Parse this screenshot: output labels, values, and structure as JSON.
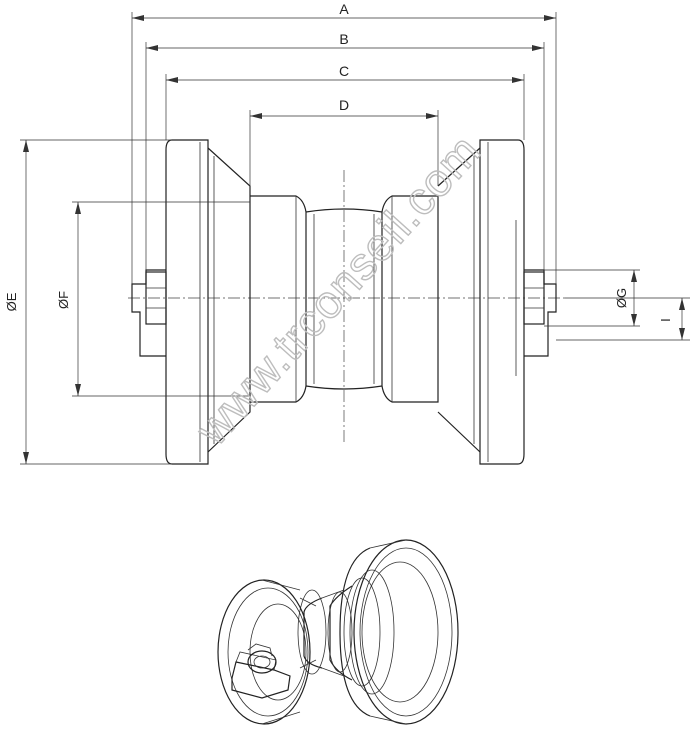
{
  "dimensions": {
    "A": "A",
    "B": "B",
    "C": "C",
    "D": "D",
    "E": "ØE",
    "F": "ØF",
    "G": "ØG",
    "I": "I"
  },
  "watermark": "www.trconseil.com"
}
